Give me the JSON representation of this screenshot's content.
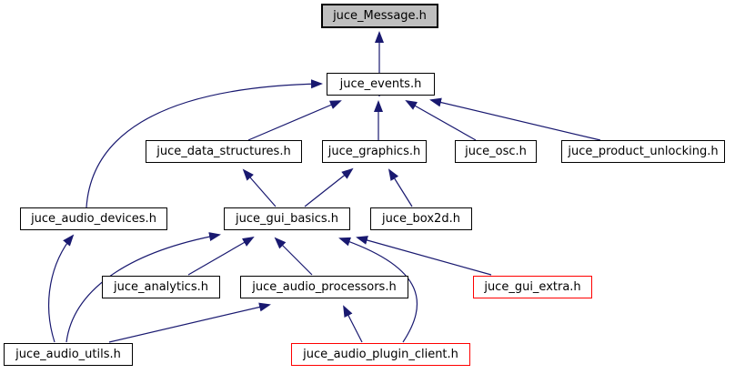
{
  "diagram": {
    "kind": "include-dependency-graph",
    "root_file": "juce_Message.h",
    "direction": "arrows point from including file to included file (upward)"
  },
  "colors": {
    "background": "#ffffff",
    "edge": "#191970",
    "node_border": "#000000",
    "root_node_fill": "#bfbfbf",
    "truncated_node_border": "#ff0000",
    "text": "#000000"
  },
  "nodes": [
    {
      "id": "juce_Message",
      "label": "juce_Message.h",
      "style": "main"
    },
    {
      "id": "juce_events",
      "label": "juce_events.h",
      "style": "normal"
    },
    {
      "id": "juce_data_structures",
      "label": "juce_data_structures.h",
      "style": "normal"
    },
    {
      "id": "juce_graphics",
      "label": "juce_graphics.h",
      "style": "normal"
    },
    {
      "id": "juce_osc",
      "label": "juce_osc.h",
      "style": "normal"
    },
    {
      "id": "juce_product_unlocking",
      "label": "juce_product_unlocking.h",
      "style": "normal"
    },
    {
      "id": "juce_audio_devices",
      "label": "juce_audio_devices.h",
      "style": "normal"
    },
    {
      "id": "juce_gui_basics",
      "label": "juce_gui_basics.h",
      "style": "normal"
    },
    {
      "id": "juce_box2d",
      "label": "juce_box2d.h",
      "style": "normal"
    },
    {
      "id": "juce_analytics",
      "label": "juce_analytics.h",
      "style": "normal"
    },
    {
      "id": "juce_audio_processors",
      "label": "juce_audio_processors.h",
      "style": "normal"
    },
    {
      "id": "juce_gui_extra",
      "label": "juce_gui_extra.h",
      "style": "truncated"
    },
    {
      "id": "juce_audio_utils",
      "label": "juce_audio_utils.h",
      "style": "normal"
    },
    {
      "id": "juce_audio_plugin_client",
      "label": "juce_audio_plugin_client.h",
      "style": "truncated"
    }
  ],
  "edges": [
    {
      "from": "juce_events",
      "to": "juce_Message"
    },
    {
      "from": "juce_data_structures",
      "to": "juce_events"
    },
    {
      "from": "juce_graphics",
      "to": "juce_events"
    },
    {
      "from": "juce_osc",
      "to": "juce_events"
    },
    {
      "from": "juce_product_unlocking",
      "to": "juce_events"
    },
    {
      "from": "juce_audio_devices",
      "to": "juce_events"
    },
    {
      "from": "juce_gui_basics",
      "to": "juce_data_structures"
    },
    {
      "from": "juce_gui_basics",
      "to": "juce_graphics"
    },
    {
      "from": "juce_box2d",
      "to": "juce_graphics"
    },
    {
      "from": "juce_analytics",
      "to": "juce_gui_basics"
    },
    {
      "from": "juce_audio_processors",
      "to": "juce_gui_basics"
    },
    {
      "from": "juce_gui_extra",
      "to": "juce_gui_basics"
    },
    {
      "from": "juce_audio_plugin_client",
      "to": "juce_gui_basics"
    },
    {
      "from": "juce_audio_plugin_client",
      "to": "juce_audio_processors"
    },
    {
      "from": "juce_audio_utils",
      "to": "juce_audio_devices"
    },
    {
      "from": "juce_audio_utils",
      "to": "juce_gui_basics"
    },
    {
      "from": "juce_audio_utils",
      "to": "juce_audio_processors"
    }
  ]
}
